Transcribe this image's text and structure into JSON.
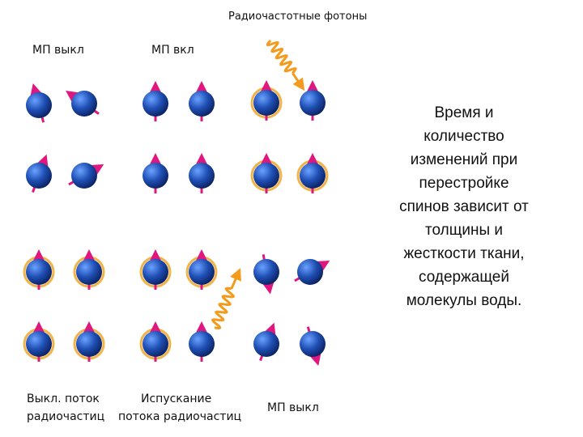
{
  "labels": {
    "rf_photons": "Радиочастотные фотоны",
    "mf_off_top": "МП выкл",
    "mf_on": "МП вкл",
    "flow_off_line1": "Выкл. поток",
    "flow_off_line2": "радиочастиц",
    "emission_line1": "Испускание",
    "emission_line2": "потока радиочастиц",
    "mf_off_bottom": "МП выкл"
  },
  "description": "Время и\nколичество\nизменений при\nперестройке\nспинов зависит от\nтолщины и\nжесткости ткани,\nсодержащей\nмолекулы воды.",
  "colors": {
    "sphere": "#1f4fb4",
    "sphere_highlight": "#6aa2ff",
    "arrow": "#e0177e",
    "ring": "#f2b349",
    "wave": "#f39b1c"
  },
  "icons": {
    "spin": "proton-sphere-icon",
    "wave": "rf-photon-wave-icon"
  }
}
